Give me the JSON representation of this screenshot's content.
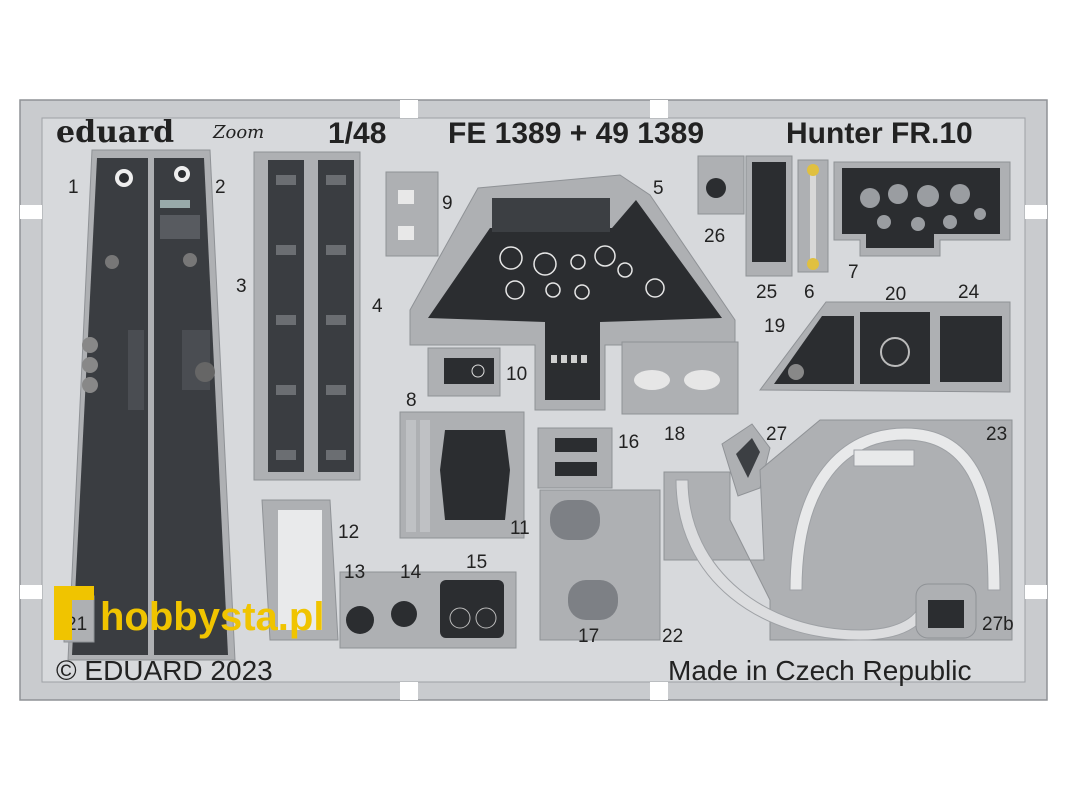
{
  "header": {
    "brand": "eduard",
    "zoom_mark": "Zoom",
    "scale": "1/48",
    "code": "FE 1389 + 49 1389",
    "model": "Hunter FR.10"
  },
  "footer": {
    "copyright": "© EDUARD 2023",
    "origin": "Made in Czech Republic"
  },
  "watermark": {
    "text": "hobbysta.pl",
    "color": "#f0c400"
  },
  "part_numbers": [
    "1",
    "2",
    "3",
    "4",
    "5",
    "6",
    "7",
    "8",
    "9",
    "10",
    "11",
    "12",
    "13",
    "14",
    "15",
    "16",
    "17",
    "18",
    "19",
    "20",
    "21",
    "22",
    "23",
    "24",
    "25",
    "26",
    "27",
    "27b"
  ],
  "colors": {
    "fret": "#c9cbce",
    "fret_edge": "#8f9296",
    "panel_dark": "#2b2d30",
    "panel_mid": "#3c3f43",
    "paper": "#ffffff",
    "ink": "#222222"
  }
}
